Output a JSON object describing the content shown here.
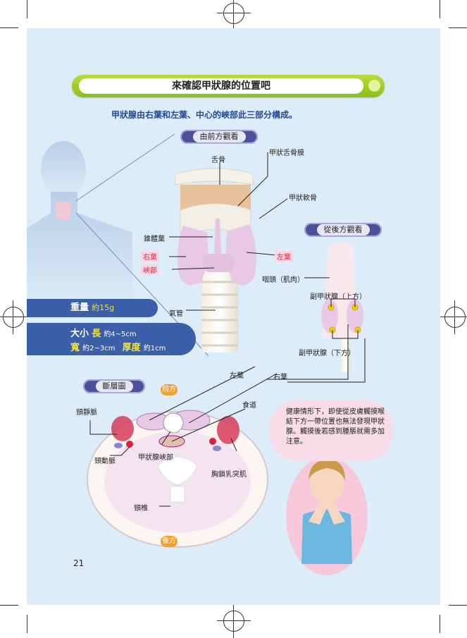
{
  "title": "來確認甲狀腺的位置吧",
  "subtitle": "甲狀腺由右葉和左葉、中心的峽部此三部分構成。",
  "front_view": {
    "header": "由前方觀看",
    "labels": {
      "hyoid": "舌骨",
      "thyrohyoid_membrane": "甲狀舌骨膜",
      "thyroid_cartilage": "甲狀軟骨",
      "pyramidal_lobe": "錐體葉",
      "right_lobe": "右葉",
      "left_lobe": "左葉",
      "isthmus": "峽部",
      "trachea": "氣管"
    }
  },
  "back_view": {
    "header": "從後方觀看",
    "labels": {
      "pharynx": "咽頭（肌肉）",
      "parathyroid_upper": "副甲狀腺（上方）",
      "parathyroid_lower": "副甲狀腺（下方）"
    }
  },
  "stats": {
    "weight_label": "重量",
    "weight_value": "約15g",
    "size_label": "大小",
    "length_label": "長",
    "length_value": "約4~5cm",
    "width_label": "寬",
    "width_value": "約2~3cm",
    "thickness_label": "厚度",
    "thickness_value": "約1cm"
  },
  "cross_section": {
    "header": "斷層圖",
    "front": "前方",
    "back": "後方",
    "labels": {
      "left_lobe": "左葉",
      "right_lobe": "右葉",
      "esophagus": "食道",
      "jugular_vein": "頸靜脈",
      "carotid_artery": "頸動脈",
      "isthmus": "甲狀腺峽部",
      "sternocleidomastoid": "胸鎖乳突肌",
      "vertebra": "頸椎"
    }
  },
  "callout": "健康情形下，即使從皮膚觸摸喉結下方一帶位置也無法發現甲狀腺。觸摸後若感到腫脹就需多加注意。",
  "page_number": "21",
  "colors": {
    "page_bg": "#dcecf8",
    "title_green": "#9ccb20",
    "navy": "#3b5fa8",
    "thyroid_pink": "#e8c8e6"
  }
}
